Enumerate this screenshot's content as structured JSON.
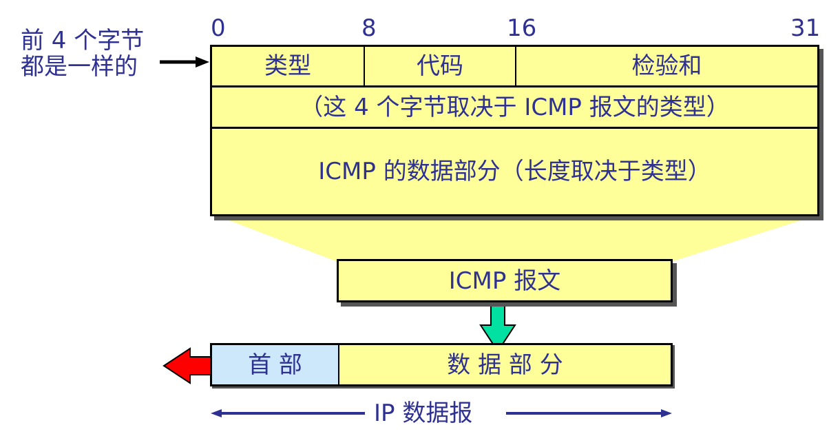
{
  "side_note": {
    "line1": "前 4 个字节",
    "line2": "都是一样的"
  },
  "bit_ruler": [
    "0",
    "8",
    "16",
    "31"
  ],
  "icmp_format": {
    "row1": {
      "type": "类型",
      "code": "代码",
      "checksum": "检验和"
    },
    "row2": "（这 4 个字节取决于 ICMP 报文的类型）",
    "row3": "ICMP 的数据部分（长度取决于类型）"
  },
  "icmp_message": "ICMP 报文",
  "ip_datagram": {
    "header": "首 部",
    "data": "数 据 部 分",
    "label": "IP 数据报"
  },
  "colors": {
    "text": "#2e3192",
    "field_fill": "#ffff99",
    "header_fill": "#cce8fa",
    "down_arrow": "#00e0a0",
    "left_arrow": "#ff0000"
  }
}
